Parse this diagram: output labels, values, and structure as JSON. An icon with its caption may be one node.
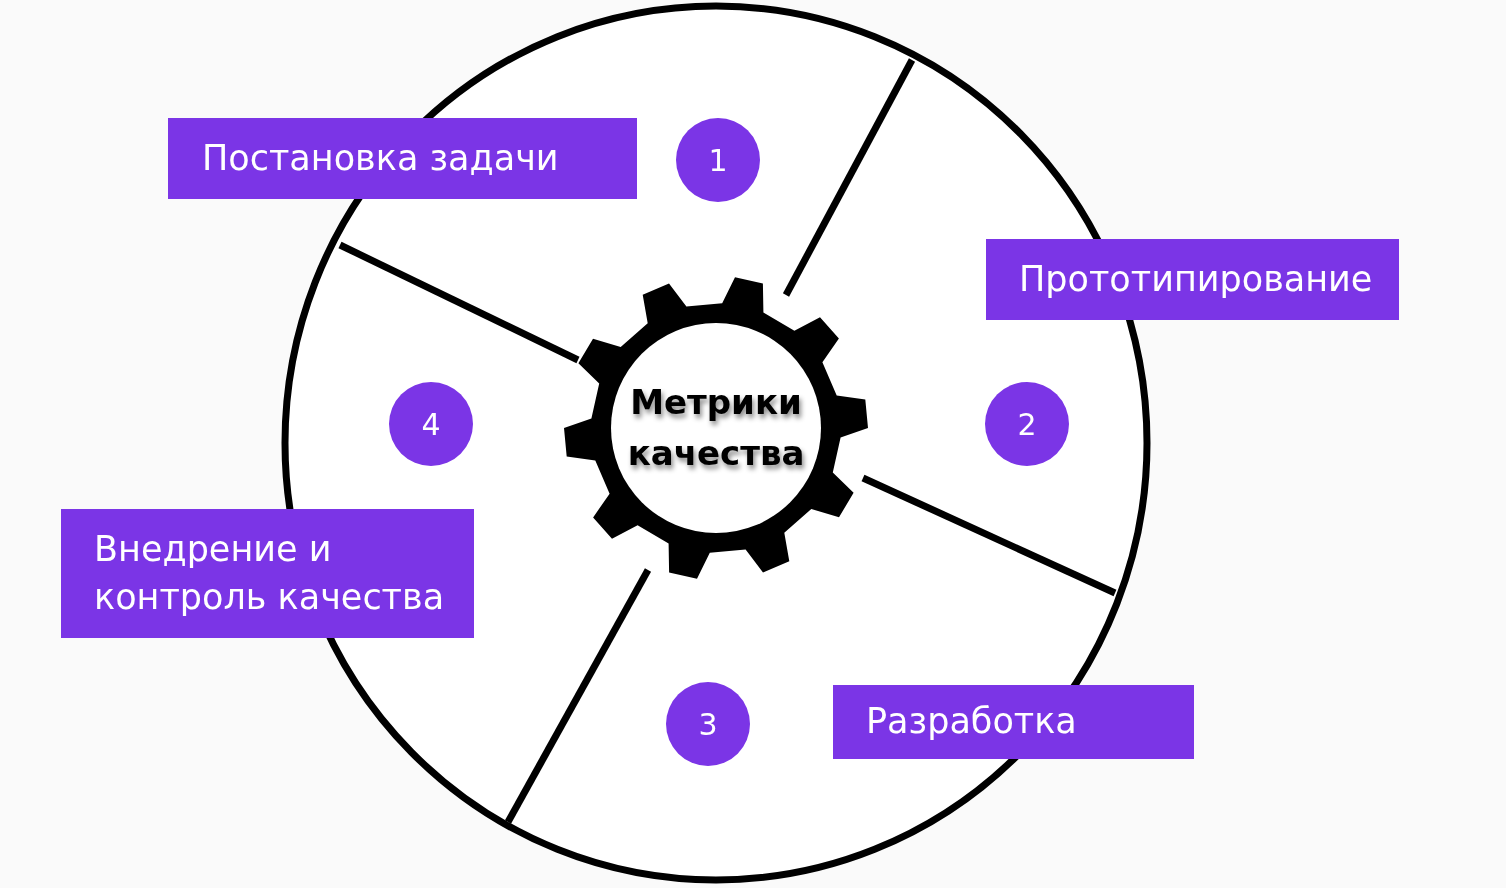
{
  "diagram": {
    "nodes": [
      {
        "text": [
          "Метрики качества"
        ]
      },
      {
        "text": [
          "Постановка задачи"
        ]
      },
      {
        "text": [
          "1"
        ]
      },
      {
        "text": [
          "Прототипирование"
        ]
      },
      {
        "text": [
          "2"
        ]
      },
      {
        "text": [
          "Разработка"
        ]
      },
      {
        "text": [
          "3"
        ]
      },
      {
        "text": [
          "Внедрение и контроль качества"
        ]
      },
      {
        "text": [
          "4"
        ]
      }
    ]
  }
}
